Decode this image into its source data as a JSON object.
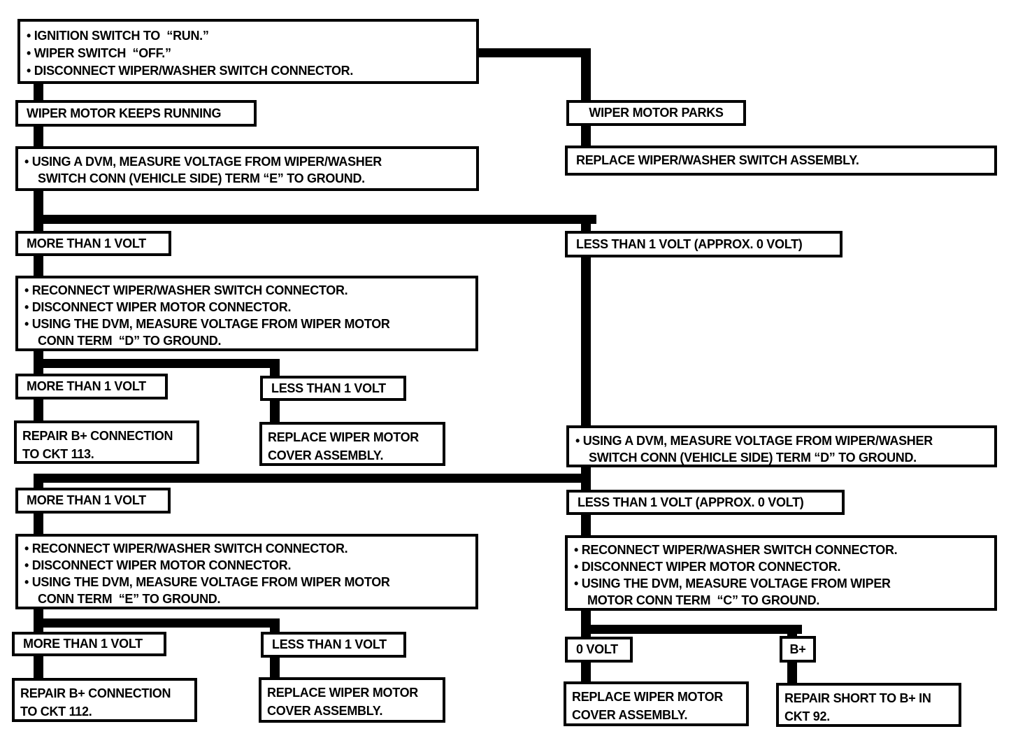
{
  "colors": {
    "ink": "#000000",
    "paper": "#ffffff"
  },
  "diagram": {
    "boxes": {
      "start": {
        "lines": [
          "• IGNITION SWITCH TO  “RUN.”",
          "• WIPER SWITCH  “OFF.”",
          "• DISCONNECT WIPER/WASHER SWITCH CONNECTOR."
        ]
      },
      "keeps_running": {
        "label": "WIPER MOTOR KEEPS RUNNING"
      },
      "parks": {
        "label": "WIPER MOTOR PARKS"
      },
      "replace_switch_assembly": {
        "label": "REPLACE WIPER/WASHER SWITCH ASSEMBLY."
      },
      "measure_e": {
        "lines": [
          "• USING A DVM, MEASURE VOLTAGE FROM WIPER/WASHER",
          "SWITCH CONN (VEHICLE SIDE) TERM “E” TO GROUND."
        ]
      },
      "measure_d": {
        "lines": [
          "• USING A DVM, MEASURE VOLTAGE FROM WIPER/WASHER",
          "SWITCH CONN (VEHICLE SIDE) TERM “D” TO GROUND."
        ]
      },
      "more_than_1_volt": {
        "label": "MORE THAN 1 VOLT"
      },
      "less_than_1_volt": {
        "label": "LESS THAN 1 VOLT"
      },
      "less_than_1_volt_approx": {
        "label": "LESS THAN 1 VOLT (APPROX. 0 VOLT)"
      },
      "steps_term_d": {
        "lines": [
          "• RECONNECT WIPER/WASHER SWITCH CONNECTOR.",
          "• DISCONNECT WIPER MOTOR CONNECTOR.",
          "• USING THE DVM, MEASURE VOLTAGE FROM WIPER MOTOR",
          "CONN TERM  “D” TO GROUND."
        ]
      },
      "steps_term_e": {
        "lines": [
          "• RECONNECT WIPER/WASHER SWITCH CONNECTOR.",
          "• DISCONNECT WIPER MOTOR CONNECTOR.",
          "• USING THE DVM, MEASURE VOLTAGE FROM WIPER MOTOR",
          "CONN TERM  “E” TO GROUND."
        ]
      },
      "steps_term_c": {
        "lines": [
          "• RECONNECT WIPER/WASHER SWITCH CONNECTOR.",
          "• DISCONNECT WIPER MOTOR CONNECTOR.",
          "• USING THE DVM, MEASURE VOLTAGE FROM WIPER",
          "MOTOR CONN TERM  “C” TO GROUND."
        ]
      },
      "repair_113": {
        "lines": [
          "REPAIR B+ CONNECTION",
          "TO CKT 113."
        ]
      },
      "repair_112": {
        "lines": [
          "REPAIR B+ CONNECTION",
          "TO CKT 112."
        ]
      },
      "replace_cover": {
        "lines": [
          "REPLACE WIPER MOTOR",
          "COVER ASSEMBLY."
        ]
      },
      "repair_92": {
        "lines": [
          "REPAIR SHORT TO B+ IN",
          "CKT 92."
        ]
      },
      "zero_volt": {
        "label": "0 VOLT"
      },
      "b_plus": {
        "label": "B+"
      }
    }
  }
}
